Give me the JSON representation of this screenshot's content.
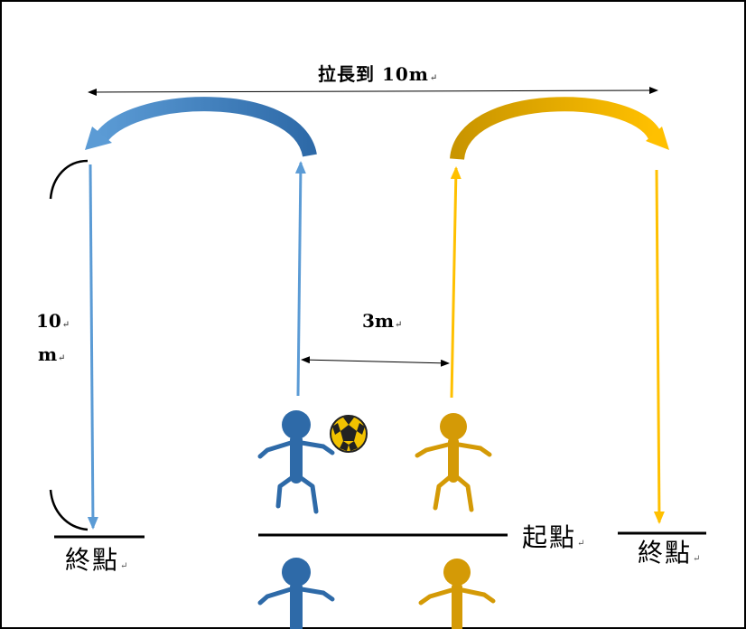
{
  "labels": {
    "title": "拉長到 10m",
    "height_line1": "10",
    "height_line2": "m",
    "gap": "3m",
    "end_left": "終點",
    "start": "起點",
    "end_right": "終點",
    "para_mark": "↵"
  },
  "colors": {
    "blue_team": "#2e6aa8",
    "blue_arrow": "#5b9bd5",
    "yellow_team": "#d49a06",
    "yellow_arrow": "#ffc000",
    "ink": "#000000"
  },
  "icons": {
    "ball": "soccer-ball-icon",
    "player": "stick-figure-icon"
  }
}
